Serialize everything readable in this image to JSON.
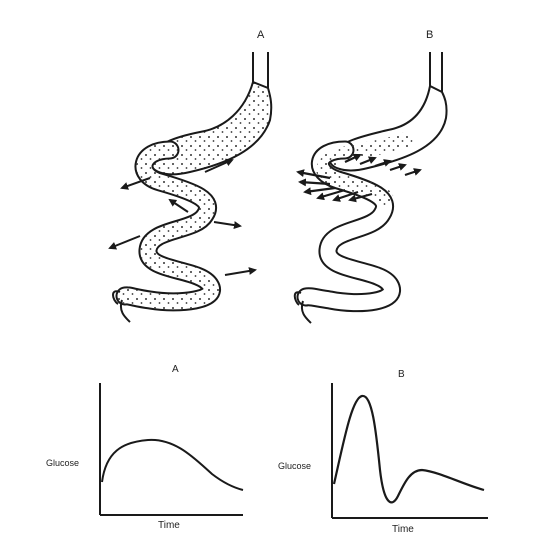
{
  "panels": {
    "top_left": {
      "label": "A"
    },
    "top_right": {
      "label": "B"
    }
  },
  "graphs": {
    "left": {
      "label": "A",
      "ylabel": "Glucose",
      "xlabel": "Time"
    },
    "right": {
      "label": "B",
      "ylabel": "Glucose",
      "xlabel": "Time"
    }
  },
  "colors": {
    "ink": "#1a1a1a",
    "paper": "#ffffff"
  }
}
